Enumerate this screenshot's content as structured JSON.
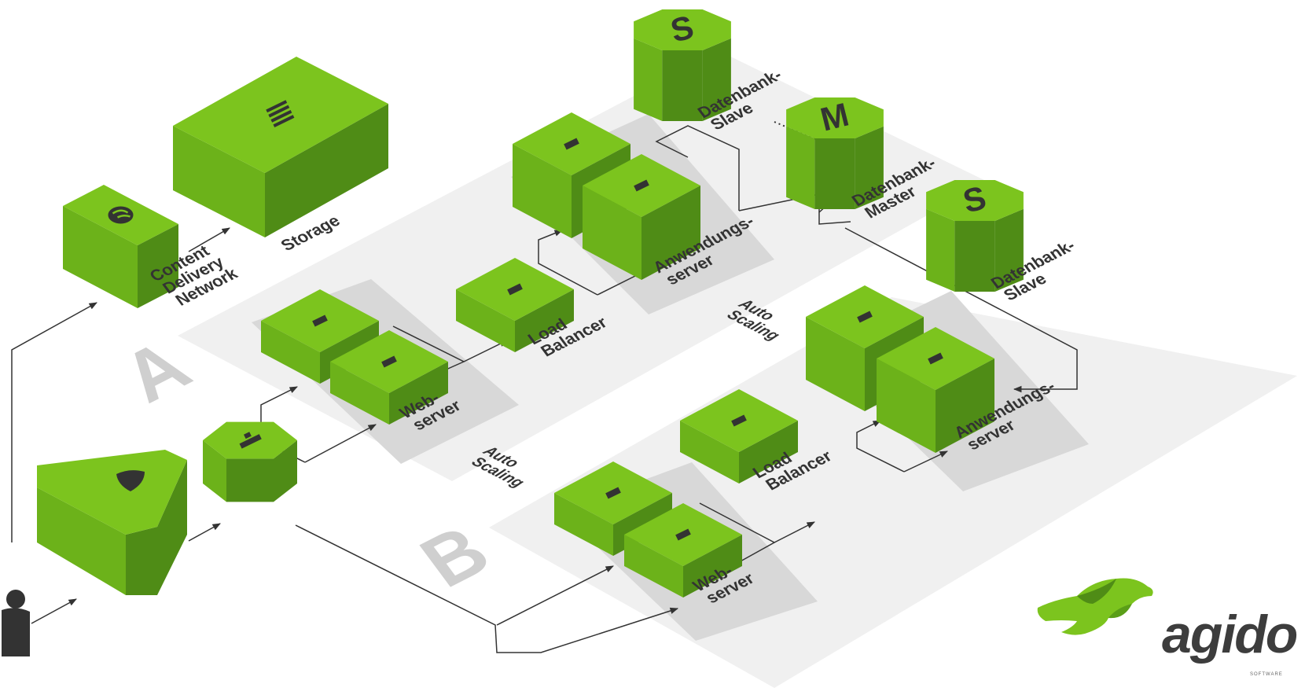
{
  "colors": {
    "top": "#7cc41e",
    "left": "#6cb21a",
    "right": "#4f8c16",
    "zone": "#f0f0f0",
    "shadow": "#d4d4d4",
    "line": "#333333",
    "label": "#333333",
    "zone_letter": "#cfcfcf"
  },
  "zones": {
    "a": "A",
    "b": "B"
  },
  "labels": {
    "cdn": "Content\nDelivery\nNetwork",
    "storage": "Storage",
    "webserver_a": "Web-\nserver",
    "webserver_b": "Web-\nserver",
    "lb_a": "Load\nBalancer",
    "lb_b": "Load\nBalancer",
    "app_a": "Anwendungs-\nserver",
    "app_b": "Anwendungs-\nserver",
    "db_slave_1": "Datenbank-\nSlave",
    "db_master": "Datenbank-\nMaster",
    "db_slave_2": "Datenbank-\nSlave",
    "autoscaling_a": "Auto\nScaling",
    "autoscaling_b": "Auto\nScaling"
  },
  "db_letters": {
    "slave_1": "S",
    "master": "M",
    "slave_2": "S"
  },
  "icons": {
    "user": "user-icon",
    "shield": "shield-icon",
    "cdn": "globe-icon",
    "storage": "storage-icon",
    "router": "router-icon",
    "server": "server-icon"
  },
  "logo": {
    "name": "agido",
    "sub": "SOFTWARE"
  }
}
